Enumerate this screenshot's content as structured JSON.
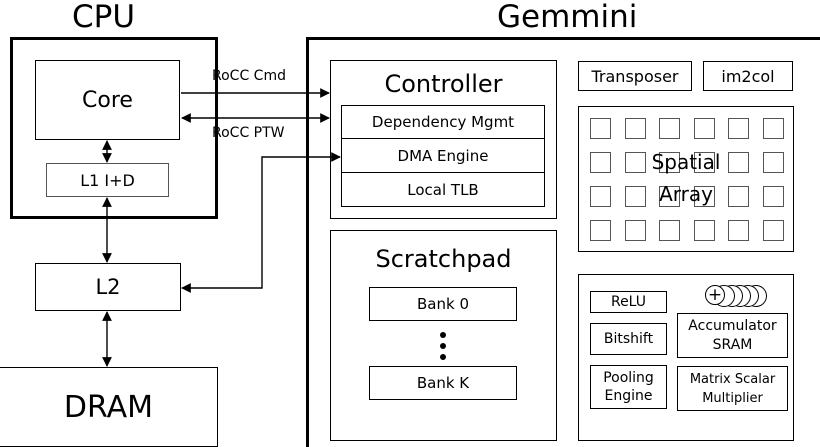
{
  "cpu": {
    "title": "CPU",
    "core": "Core",
    "l1": "L1 I+D"
  },
  "l2": "L2",
  "dram": "DRAM",
  "links": {
    "rocc_cmd": "RoCC Cmd",
    "rocc_ptw": "RoCC PTW"
  },
  "gemmini": {
    "title": "Gemmini",
    "controller": {
      "title": "Controller",
      "items": [
        "Dependency Mgmt",
        "DMA Engine",
        "Local TLB"
      ]
    },
    "scratchpad": {
      "title": "Scratchpad",
      "bank_first": "Bank 0",
      "bank_last": "Bank K"
    },
    "transposer": "Transposer",
    "im2col": "im2col",
    "spatial_array": {
      "line1": "Spatial",
      "line2": "Array",
      "rows": 4,
      "cols": 6
    },
    "units": {
      "relu": "ReLU",
      "bitshift": "Bitshift",
      "pooling_line1": "Pooling",
      "pooling_line2": "Engine",
      "accumulator_line1": "Accumulator",
      "accumulator_line2": "SRAM",
      "scalar_line1": "Matrix Scalar",
      "scalar_line2": "Multiplier",
      "adder_symbol": "+"
    }
  }
}
